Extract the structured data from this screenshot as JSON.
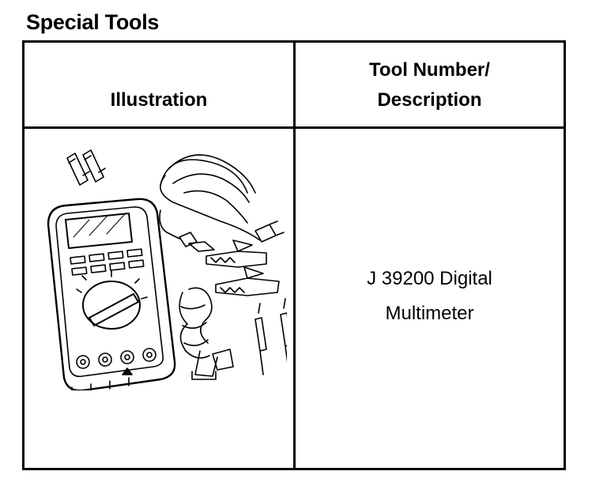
{
  "page": {
    "title": "Special Tools"
  },
  "table": {
    "headers": {
      "illustration": "Illustration",
      "tool_number_line1": "Tool Number/",
      "tool_number_line2": "Description"
    },
    "rows": [
      {
        "illustration_icon": "digital-multimeter-kit-icon",
        "description_line1": "J 39200 Digital",
        "description_line2": "Multimeter"
      }
    ]
  }
}
